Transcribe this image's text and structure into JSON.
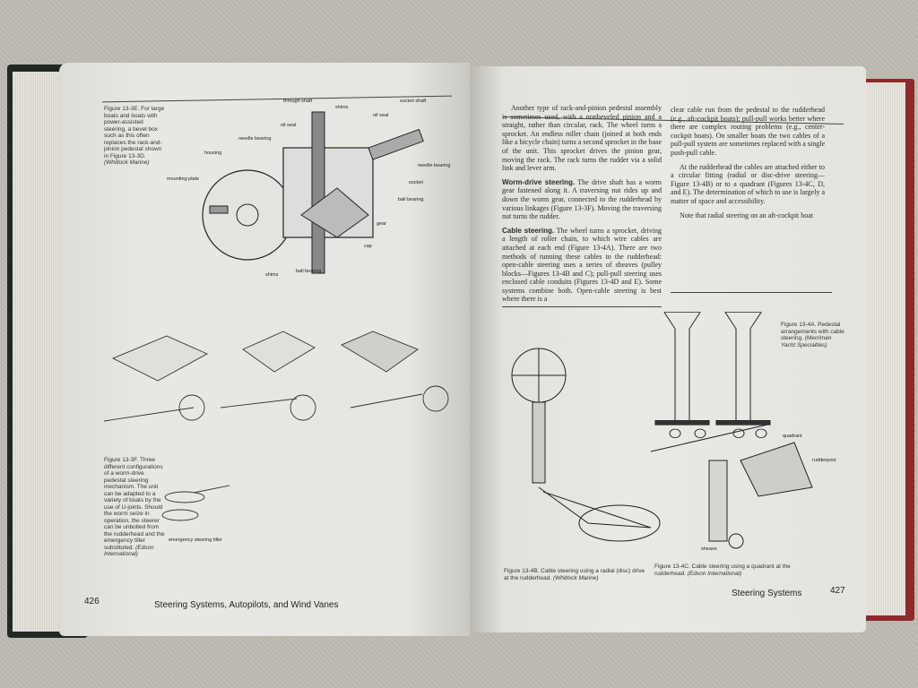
{
  "left_page": {
    "figure_13_3e": {
      "caption": "Figure 13-3E. For large boats and boats with power-assisted steering, a bevel box such as this often replaces the rack-and-pinion pedestal shown in Figure 13-3D.",
      "credit": "(Whitlock Marine)",
      "labels": {
        "through_shaft": "through shaft",
        "shims_top": "shims",
        "socket_shaft": "socket shaft",
        "oil_seal_left": "oil seal",
        "oil_seal_right": "oil seal",
        "needle_bearing_left": "needle bearing",
        "needle_bearing_right": "needle bearing",
        "housing": "housing",
        "mounting_plate": "mounting plate",
        "socket": "socket",
        "ball_bearing_right": "ball bearing",
        "gear": "gear",
        "cap": "cap",
        "shims_bottom": "shims",
        "ball_bearing_bottom": "ball bearing"
      }
    },
    "figure_13_3f": {
      "caption": "Figure 13-3F. Three different configurations of a worm-drive pedestal steering mechanism. The unit can be adapted to a variety of boats by the use of U-joints. Should the worm seize in operation, the steerer can be unbolted from the rudderhead and the emergency tiller substituted.",
      "credit": "(Edson International)",
      "tiller_label": "emergency steering tiller"
    },
    "page_number": "426",
    "running_footer": "Steering Systems, Autopilots, and Wind Vanes"
  },
  "right_page": {
    "col1": {
      "p1": "Another type of rack-and-pinion pedestal assembly is sometimes used, with a nonbeveled pinion and a straight, rather than circular, rack. The wheel turns a sprocket. An endless roller chain (joined at both ends like a bicycle chain) turns a second sprocket in the base of the unit. This sprocket drives the pinion gear, moving the rack. The rack turns the rudder via a solid link and lever arm.",
      "h2": "Worm-drive steering.",
      "p2": "The drive shaft has a worm gear fastened along it. A traversing nut rides up and down the worm gear, connected to the rudderhead by various linkages (Figure 13-3F). Moving the traversing nut turns the rudder.",
      "h3": "Cable steering.",
      "p3": "The wheel turns a sprocket, driving a length of roller chain, to which wire cables are attached at each end (Figure 13-4A). There are two methods of running these cables to the rudderhead: open-cable steering uses a series of sheaves (pulley blocks—Figures 13-4B and C); pull-pull steering uses enclosed cable conduits (Figures 13-4D and E). Some systems combine both. Open-cable steering is best where there is a"
    },
    "col2": {
      "p1": "clear cable run from the pedestal to the rudderhead (e.g., aft-cockpit boats); pull-pull works better where there are complex routing problems (e.g., center-cockpit boats). On smaller boats the two cables of a pull-pull system are sometimes replaced with a single push-pull cable.",
      "p2": "At the rudderhead the cables are attached either to a circular fitting (radial or disc-drive steering—Figure 13-4B) or to a quadrant (Figures 13-4C, D, and E). The determination of which to use is largely a matter of space and accessibility.",
      "p3": "Note that radial steering on an aft-cockpit boat"
    },
    "figure_13_4a": {
      "caption": "Figure 13-4A. Pedestal arrangements with cable steering.",
      "credit": "(Merriman Yacht Specialties)"
    },
    "figure_13_4b": {
      "caption": "Figure 13-4B. Cable steering using a radial (disc) drive at the rudderhead.",
      "credit": "(Whitlock Marine)"
    },
    "figure_13_4c": {
      "caption": "Figure 13-4C. Cable steering using a quadrant at the rudderhead.",
      "credit": "(Edson International)",
      "labels": {
        "quadrant": "quadrant",
        "rudderpost": "rudderpost",
        "sheave": "sheave"
      }
    },
    "running_footer": "Steering Systems",
    "page_number": "427"
  }
}
